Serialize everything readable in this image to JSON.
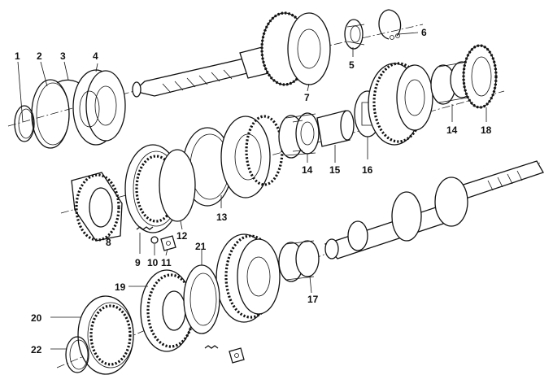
{
  "diagram": {
    "part_numbers": {
      "p1": "1",
      "p2": "2",
      "p3": "3",
      "p4": "4",
      "p5": "5",
      "p6": "6",
      "p7": "7",
      "p8": "8",
      "p9": "9",
      "p10": "10",
      "p11": "11",
      "p12": "12",
      "p13": "13",
      "p14a": "14",
      "p14b": "14",
      "p15": "15",
      "p16": "16",
      "p17": "17",
      "p18": "18",
      "p19": "19",
      "p20": "20",
      "p21": "21",
      "p22": "22"
    }
  }
}
